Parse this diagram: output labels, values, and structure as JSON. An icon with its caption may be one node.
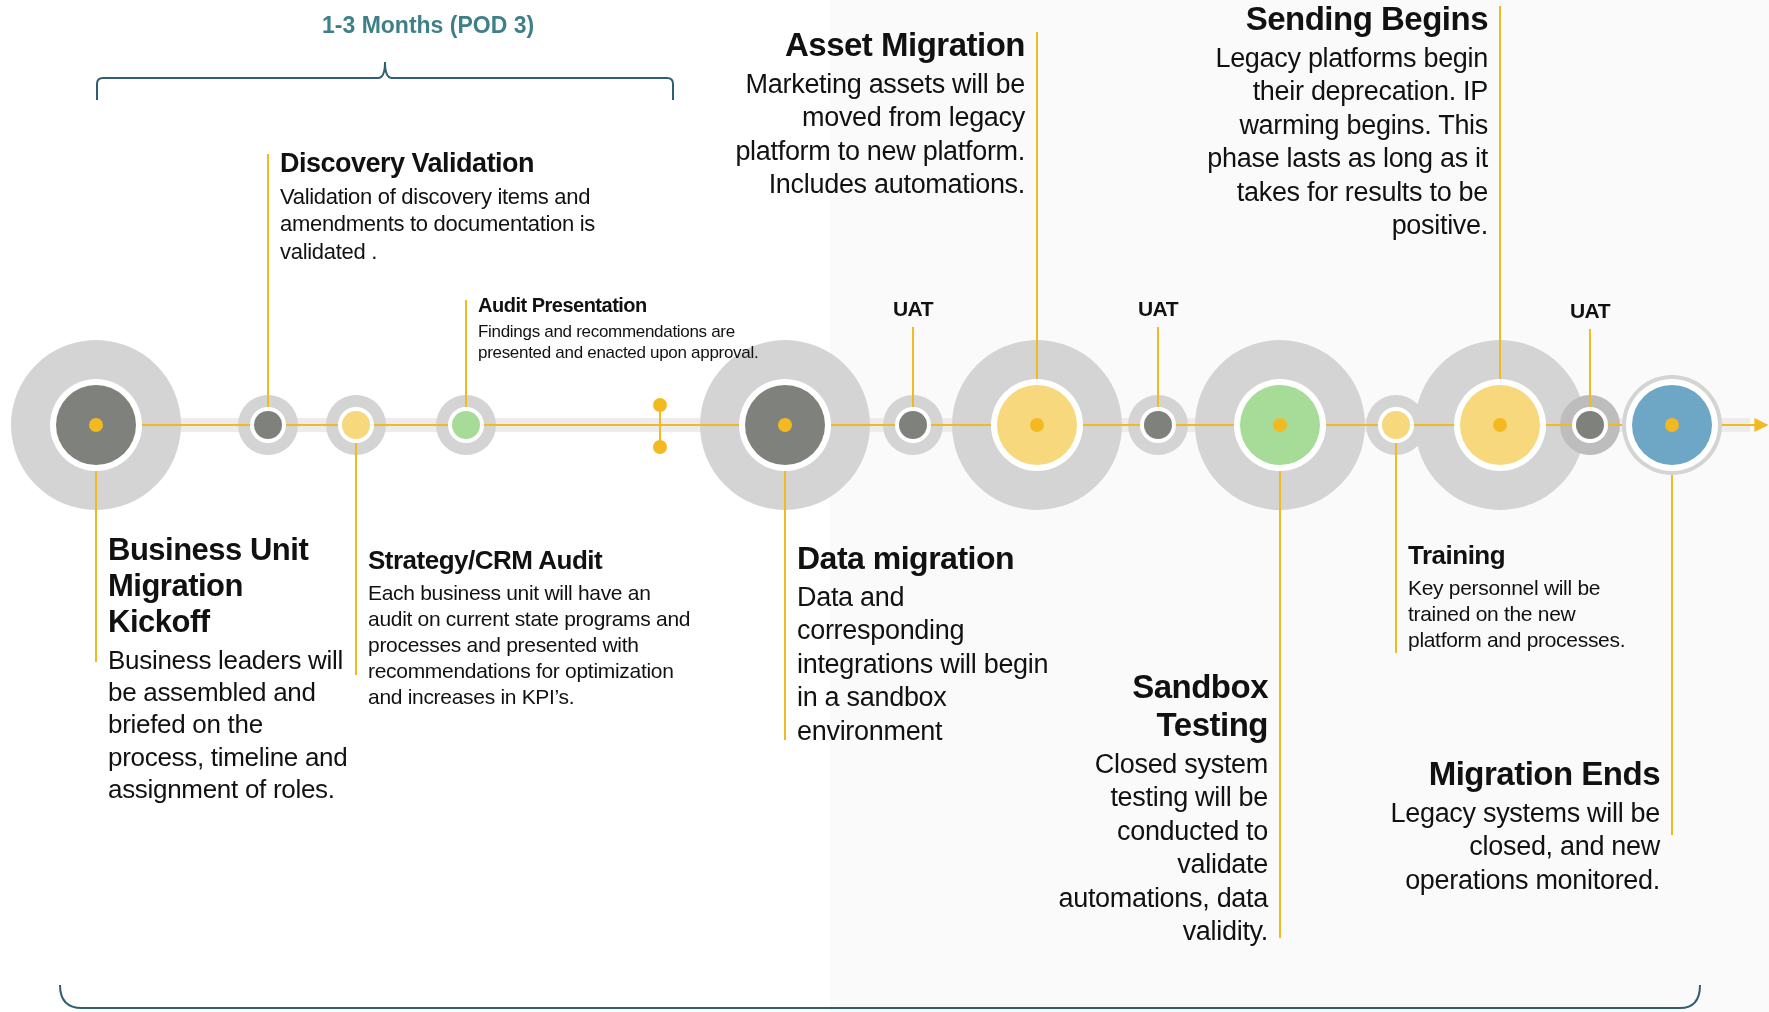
{
  "diagram": {
    "nodes": [
      {
        "text": [
          "Business Unit Migration Kickoff",
          "Business leaders will be assembled and briefed on the process, timeline and assignment of roles."
        ]
      },
      {
        "text": [
          "Discovery Validation",
          "Validation of discovery items and amendments to documentation is validated ."
        ]
      },
      {
        "text": [
          "Strategy/CRM Audit",
          "Each business unit will have an audit on current state programs and processes and presented with recommendations for optimization and increases in KPI’s."
        ]
      },
      {
        "text": [
          "Audit Presentation",
          "Findings and recommendations are presented and enacted upon approval."
        ]
      },
      {
        "text": [
          "Data migration",
          "Data and corresponding integrations will begin in a sandbox environment"
        ]
      },
      {
        "text": [
          "UAT"
        ]
      },
      {
        "text": [
          "Asset Migration",
          "Marketing assets will be moved from legacy platform to new platform. Includes automations."
        ]
      },
      {
        "text": [
          "UAT"
        ]
      },
      {
        "text": [
          "Sandbox Testing",
          "Closed system testing will be conducted to validate automations, data validity."
        ]
      },
      {
        "text": [
          "Training",
          "Key personnel will be trained on the new platform and processes."
        ]
      },
      {
        "text": [
          "Sending Begins",
          "Legacy platforms begin their deprecation. IP warming begins. This phase lasts as long as it takes for results to be positive."
        ]
      },
      {
        "text": [
          "UAT"
        ]
      },
      {
        "text": [
          "Migration Ends",
          "Legacy systems will be closed, and new operations monitored."
        ]
      },
      {
        "text": [],
        "shape": "circle"
      },
      {
        "text": [],
        "shape": "circle"
      },
      {
        "text": [],
        "shape": "circle"
      },
      {
        "text": [],
        "shape": "circle"
      },
      {
        "text": [],
        "shape": "circle"
      },
      {
        "text": [],
        "shape": "circle"
      },
      {
        "text": [],
        "shape": "circle"
      },
      {
        "text": [],
        "shape": "circle"
      },
      {
        "text": [],
        "shape": "circle"
      },
      {
        "text": [],
        "shape": "circle"
      },
      {
        "text": [],
        "shape": "circle"
      },
      {
        "text": [],
        "shape": "circle"
      },
      {
        "text": [],
        "shape": "circle"
      }
    ],
    "edges": [
      {
        "from": 0,
        "to": 13,
        "arrow": "none"
      },
      {
        "from": 1,
        "to": 14,
        "arrow": "none"
      },
      {
        "from": 2,
        "to": 15,
        "arrow": "none"
      },
      {
        "from": 3,
        "to": 16,
        "arrow": "none"
      },
      {
        "from": 4,
        "to": 17,
        "arrow": "none"
      },
      {
        "from": 5,
        "to": 18,
        "arrow": "none"
      },
      {
        "from": 6,
        "to": 19,
        "arrow": "none"
      },
      {
        "from": 7,
        "to": 20,
        "arrow": "none"
      },
      {
        "from": 8,
        "to": 21,
        "arrow": "none"
      },
      {
        "from": 9,
        "to": 22,
        "arrow": "none"
      },
      {
        "from": 10,
        "to": 23,
        "arrow": "none"
      },
      {
        "from": 11,
        "to": 24,
        "arrow": "none"
      },
      {
        "from": 12,
        "to": 25,
        "arrow": "none"
      },
      {
        "from": 13,
        "to": 14,
        "arrow": "none"
      },
      {
        "from": 14,
        "to": 15,
        "arrow": "none"
      },
      {
        "from": 15,
        "to": 16,
        "arrow": "none"
      },
      {
        "from": 16,
        "to": 17,
        "arrow": "none"
      },
      {
        "from": 17,
        "to": 18,
        "arrow": "none"
      },
      {
        "from": 18,
        "to": 19,
        "arrow": "none"
      },
      {
        "from": 19,
        "to": 20,
        "arrow": "none"
      },
      {
        "from": 20,
        "to": 21,
        "arrow": "none"
      },
      {
        "from": 21,
        "to": 22,
        "arrow": "none"
      },
      {
        "from": 22,
        "to": 23,
        "arrow": "none"
      },
      {
        "from": 23,
        "to": 24,
        "arrow": "none"
      },
      {
        "from": 24,
        "to": 25,
        "arrow": "none"
      },
      {
        "from": 25,
        "to": null,
        "arrow": "to"
      }
    ],
    "labels": [
      "1-3 Months (POD 3)"
    ]
  }
}
